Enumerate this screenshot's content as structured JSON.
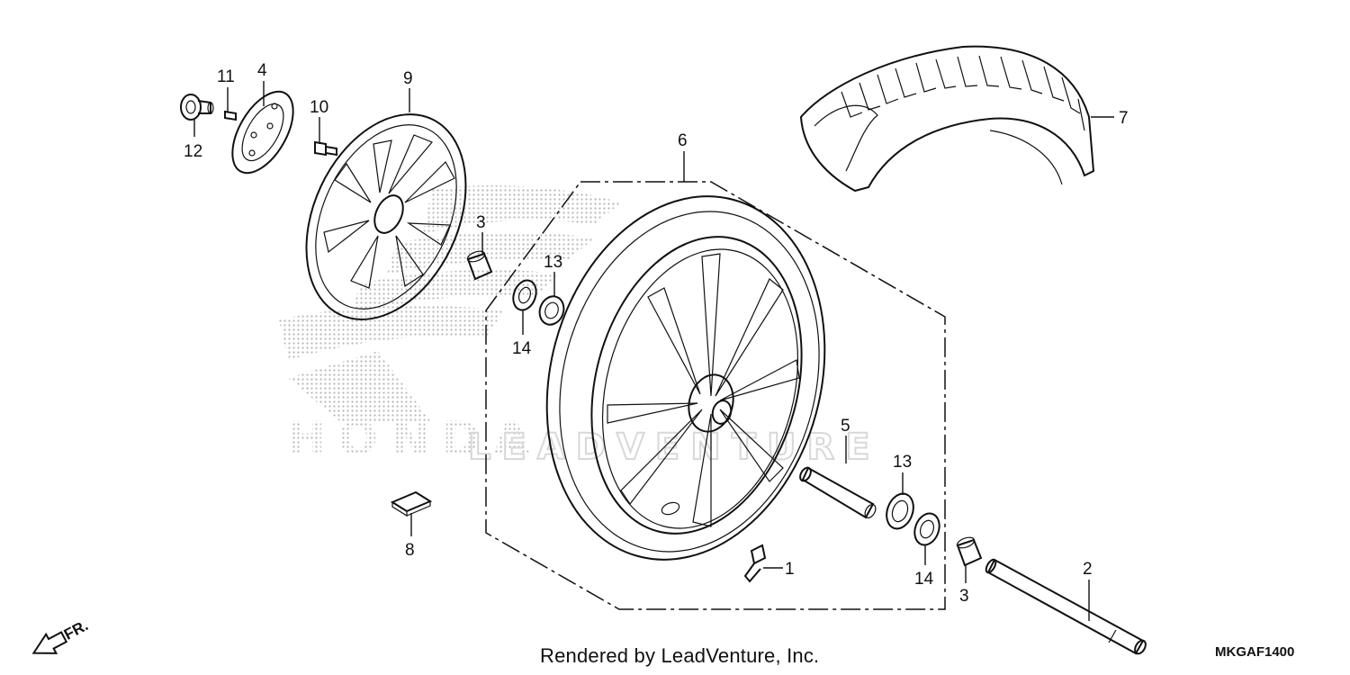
{
  "callouts": {
    "c1": "1",
    "c2": "2",
    "c3a": "3",
    "c3b": "3",
    "c4": "4",
    "c5": "5",
    "c6": "6",
    "c7": "7",
    "c8": "8",
    "c9": "9",
    "c10": "10",
    "c11": "11",
    "c12": "12",
    "c13a": "13",
    "c13b": "13",
    "c14a": "14",
    "c14b": "14"
  },
  "direction_label": "FR.",
  "watermark": {
    "brand_text": "HONDA",
    "sub_text": "LEADVENTURE"
  },
  "footer": {
    "credit": "Rendered by LeadVenture, Inc.",
    "diagram_code": "MKGAF1400"
  },
  "colors": {
    "line": "#111111",
    "watermark": "#b5b5b5"
  }
}
